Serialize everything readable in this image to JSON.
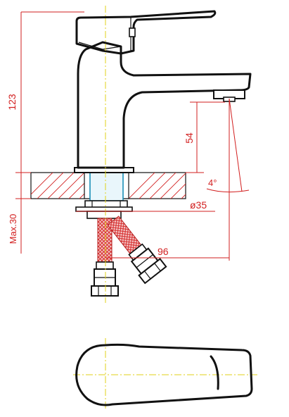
{
  "drawing": {
    "dimensions": {
      "total_height": "123",
      "spout_height": "54",
      "outlet_angle": "4°",
      "body_diameter": "ø35",
      "max_thickness": "Max.30",
      "spout_reach": "96"
    }
  },
  "colors": {
    "dimension": "#d21f1f",
    "outline": "#111111",
    "centerline": "#e0d21a",
    "hose_braid": "#e03a3a"
  }
}
